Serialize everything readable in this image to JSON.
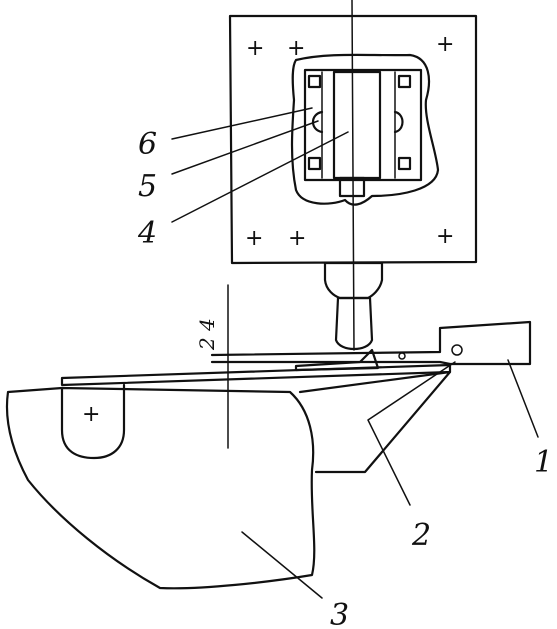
{
  "diagram": {
    "labels": {
      "l1": "1",
      "l2": "2",
      "l3": "3",
      "l4": "4",
      "l5": "5",
      "l6": "6",
      "dim": "2 4"
    },
    "cross_mark": "+",
    "ink_color": "#111111",
    "paper_color": "#ffffff"
  }
}
